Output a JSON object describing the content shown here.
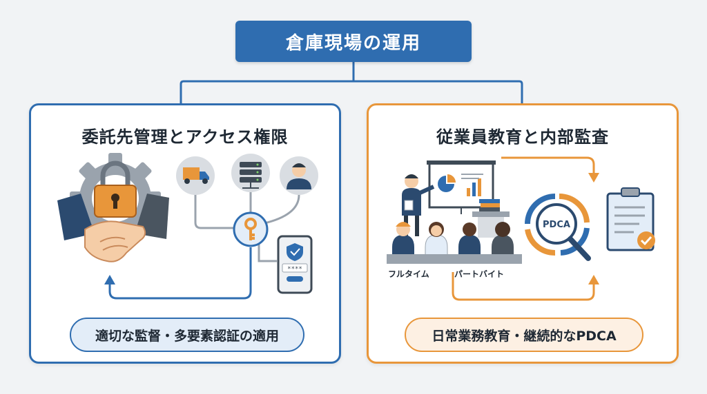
{
  "title": "倉庫現場の運用",
  "left_panel": {
    "title": "委託先管理とアクセス権限",
    "pill": "適切な監督・多要素認証の適用",
    "password_mask": "****"
  },
  "right_panel": {
    "title": "従業員教育と内部監査",
    "pill": "日常業務教育・継続的なPDCA",
    "label_fulltime": "フルタイム",
    "label_parttime": "パートバイト",
    "pdca_label": "PDCA"
  },
  "colors": {
    "blue": "#2f6db0",
    "orange": "#e8963a",
    "navy": "#2b4a6f",
    "gray_icon": "#d9dde2"
  }
}
